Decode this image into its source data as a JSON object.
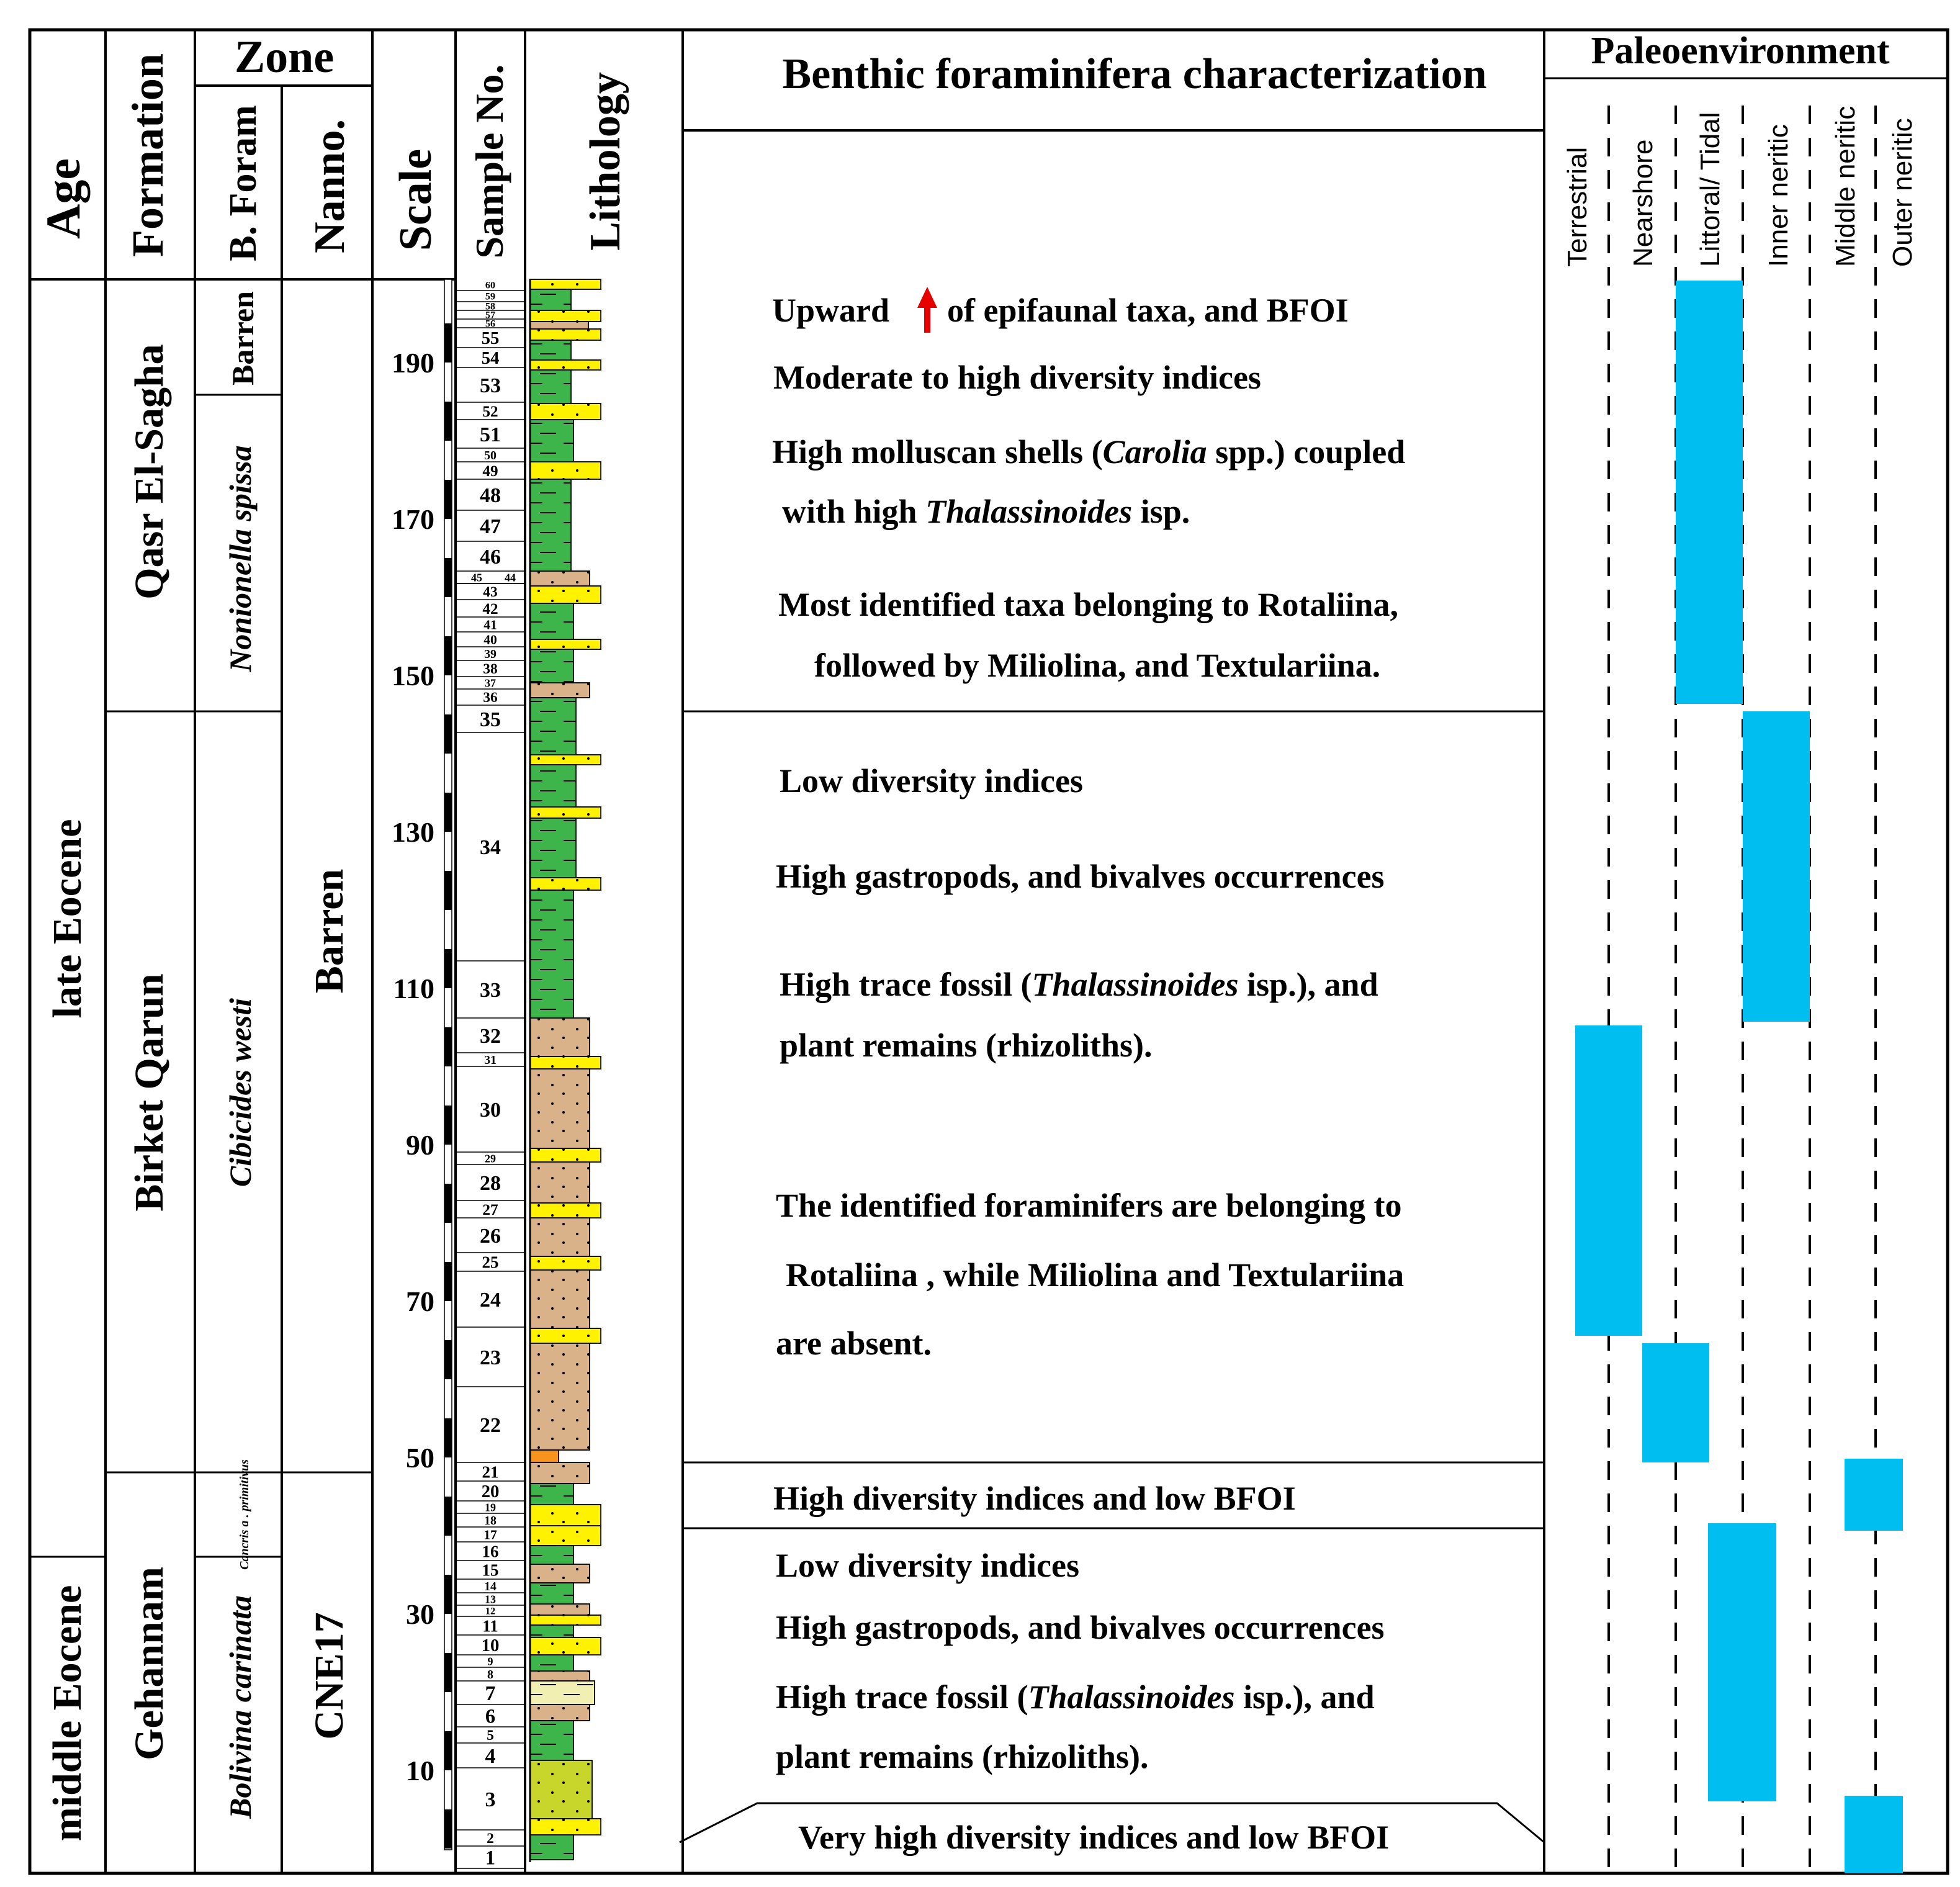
{
  "headers": {
    "age": "Age",
    "formation": "Formation",
    "zone": "Zone",
    "bforam": "B. Foram",
    "nanno": "Nanno.",
    "scale": "Scale",
    "sample": "Sample No.",
    "lithology": "Lithology",
    "benthic": "Benthic foraminifera characterization",
    "paleo": "Paleoenvironment"
  },
  "paleo_columns": [
    "Terrestrial",
    "Nearshore",
    "Littoral/ Tidal",
    "Inner neritic",
    "Middle neritic",
    "Outer neritic"
  ],
  "ages": [
    "late Eocene",
    "middle Eocene"
  ],
  "formations": [
    "Qasr El-Sagha",
    "Birket Qarun",
    "Gehannam"
  ],
  "bforam_zones": [
    "Barren",
    "Nonionella spissa",
    "Cibicides westi",
    "Cancris a . primitivus",
    "Bolivina carinata"
  ],
  "nanno_zones": [
    "Barren",
    "CNE17"
  ],
  "scale_ticks": [
    190,
    170,
    150,
    130,
    110,
    90,
    70,
    50,
    30,
    10
  ],
  "sample_numbers": [
    "60",
    "59",
    "58",
    "57",
    "56",
    "55",
    "54",
    "53",
    "52",
    "51",
    "50",
    "49",
    "48",
    "47",
    "46",
    "45",
    "44",
    "43",
    "42",
    "41",
    "40",
    "39",
    "38",
    "37",
    "36",
    "35",
    "34",
    "33",
    "32",
    "31",
    "30",
    "29",
    "28",
    "27",
    "26",
    "25",
    "24",
    "23",
    "22",
    "21",
    "20",
    "19",
    "18",
    "17",
    "16",
    "15",
    "14",
    "13",
    "12",
    "11",
    "10",
    "9",
    "8",
    "7",
    "6",
    "5",
    "4",
    "3",
    "2",
    "1"
  ],
  "characterization": {
    "upper": {
      "line1_a": "Upward",
      "line1_b": "of epifaunal taxa, and BFOI",
      "line2": "Moderate to high diversity indices",
      "line3_a": "High molluscan shells (",
      "line3_b": "Carolia",
      "line3_c": " spp.) coupled",
      "line4_a": "with high ",
      "line4_b": "Thalassinoides",
      "line4_c": " isp.",
      "line5": "Most identified taxa belonging to Rotaliina,",
      "line6": "followed by Miliolina, and Textulariina."
    },
    "middle": {
      "line1": "Low diversity indices",
      "line2": "High gastropods, and bivalves occurrences",
      "line3_a": "High trace fossil (",
      "line3_b": "Thalassinoides",
      "line3_c": " isp.), and",
      "line4": "plant remains (rhizoliths).",
      "line5": "The identified foraminifers are belonging to",
      "line6": "Rotaliina , while Miliolina and Textulariina",
      "line7": "are absent."
    },
    "band": "High diversity indices and low BFOI",
    "lower": {
      "line1": "Low diversity indices",
      "line2": "High gastropods, and bivalves occurrences",
      "line3_a": "High trace fossil (",
      "line3_b": "Thalassinoides",
      "line3_c": " isp.), and",
      "line4": "plant remains (rhizoliths)."
    },
    "bottom": "Very high diversity indices and low BFOI"
  },
  "colors": {
    "bar": "#00BFF0",
    "sand": "#D9B28A",
    "green": "#3DB54A",
    "yellow": "#FFF200",
    "arrow": "#E60000"
  }
}
